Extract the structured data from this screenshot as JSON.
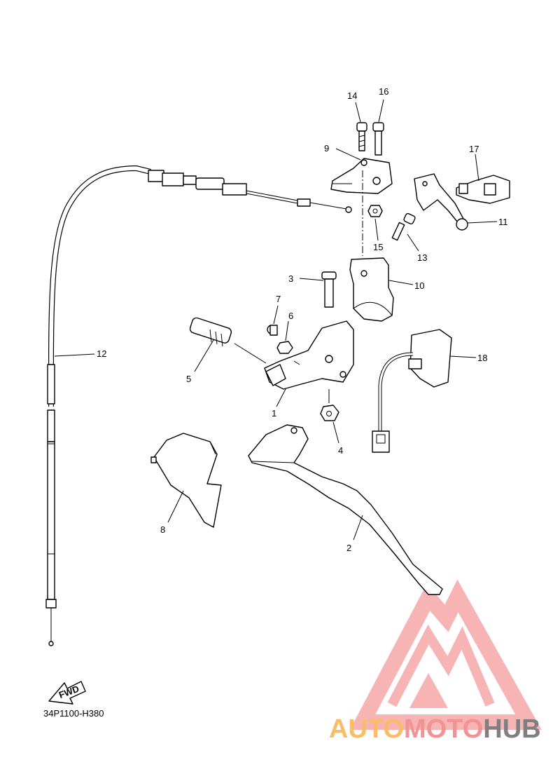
{
  "diagram": {
    "code": "34P1100-H380",
    "fwd_label": "FWD",
    "callouts": [
      "1",
      "2",
      "3",
      "4",
      "5",
      "6",
      "7",
      "8",
      "9",
      "10",
      "11",
      "12",
      "13",
      "14",
      "15",
      "16",
      "17",
      "18"
    ]
  },
  "watermark": {
    "part1": "AUTO",
    "part2": "MOTO",
    "part3": "HUB",
    "colors": {
      "auto": "#f9bd6a",
      "moto": "#f39292",
      "hub": "#7f7f7f",
      "logo": "#f6a8a8"
    }
  }
}
